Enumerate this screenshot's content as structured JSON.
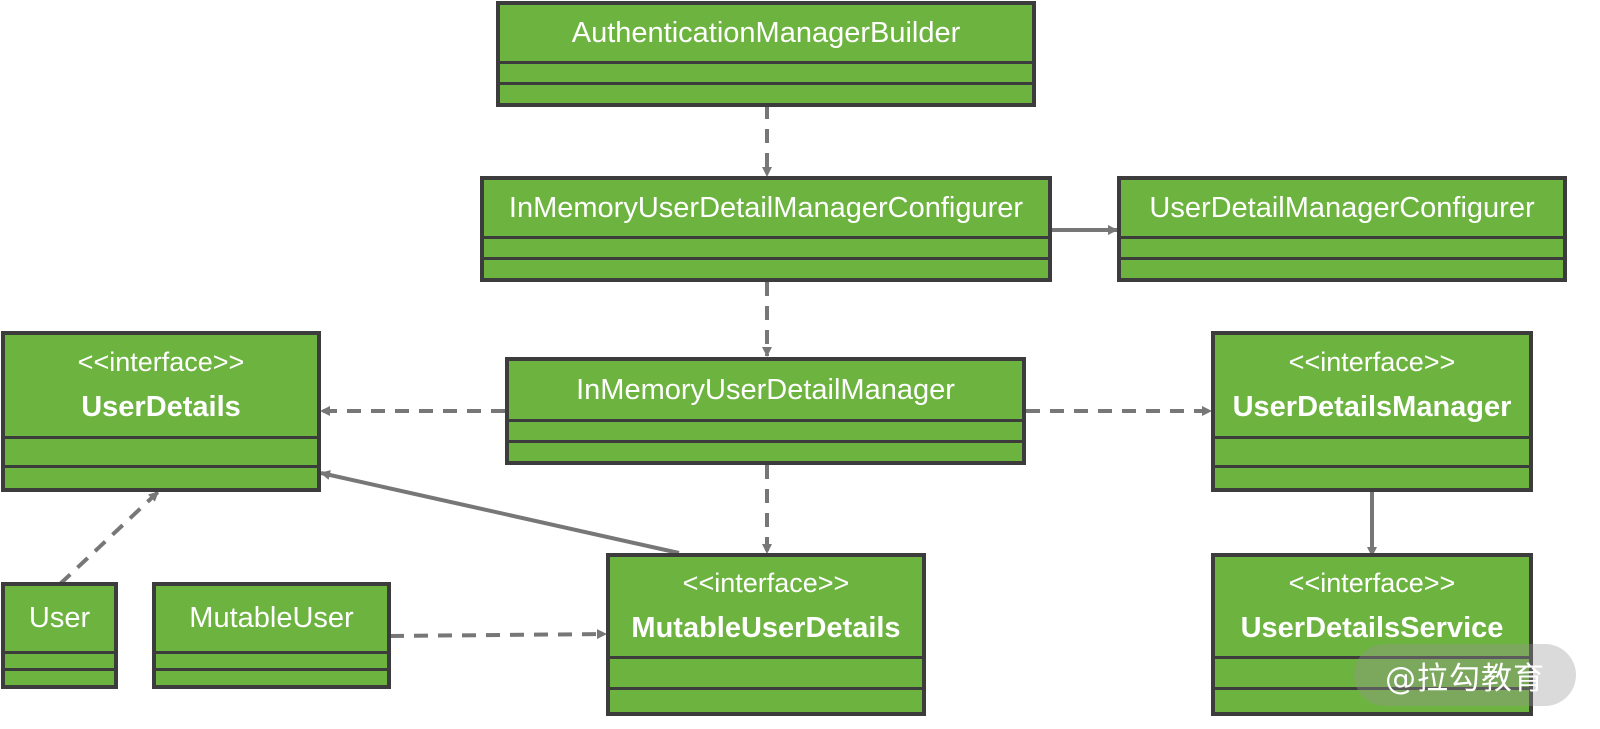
{
  "diagram": {
    "classes": {
      "auth_builder": {
        "name": "AuthenticationManagerBuilder"
      },
      "inmem_configurer": {
        "name": "InMemoryUserDetailManagerConfigurer"
      },
      "configurer": {
        "name": "UserDetailManagerConfigurer"
      },
      "inmem_manager": {
        "name": "InMemoryUserDetailManager"
      },
      "user_details": {
        "stereotype": "<<interface>>",
        "name": "UserDetails"
      },
      "user_details_manager": {
        "stereotype": "<<interface>>",
        "name": "UserDetailsManager"
      },
      "user": {
        "name": "User"
      },
      "mutable_user": {
        "name": "MutableUser"
      },
      "mutable_user_details": {
        "stereotype": "<<interface>>",
        "name": "MutableUserDetails"
      },
      "user_details_service": {
        "stereotype": "<<interface>>",
        "name": "UserDetailsService"
      }
    },
    "edges": [
      {
        "from": "AuthenticationManagerBuilder",
        "to": "InMemoryUserDetailManagerConfigurer",
        "style": "dashed"
      },
      {
        "from": "InMemoryUserDetailManagerConfigurer",
        "to": "UserDetailManagerConfigurer",
        "style": "solid"
      },
      {
        "from": "InMemoryUserDetailManagerConfigurer",
        "to": "InMemoryUserDetailManager",
        "style": "dashed"
      },
      {
        "from": "InMemoryUserDetailManager",
        "to": "UserDetails",
        "style": "dashed"
      },
      {
        "from": "InMemoryUserDetailManager",
        "to": "UserDetailsManager",
        "style": "dashed"
      },
      {
        "from": "InMemoryUserDetailManager",
        "to": "MutableUserDetails",
        "style": "dashed"
      },
      {
        "from": "UserDetailsManager",
        "to": "UserDetailsService",
        "style": "solid"
      },
      {
        "from": "User",
        "to": "UserDetails",
        "style": "dashed"
      },
      {
        "from": "MutableUserDetails",
        "to": "UserDetails",
        "style": "solid"
      },
      {
        "from": "MutableUser",
        "to": "MutableUserDetails",
        "style": "dashed"
      }
    ]
  },
  "watermark": "@拉勾教育",
  "colors": {
    "box_fill": "#6db33f",
    "box_border": "#3c3c3c",
    "arrow": "#777777",
    "text": "#ffffff"
  }
}
